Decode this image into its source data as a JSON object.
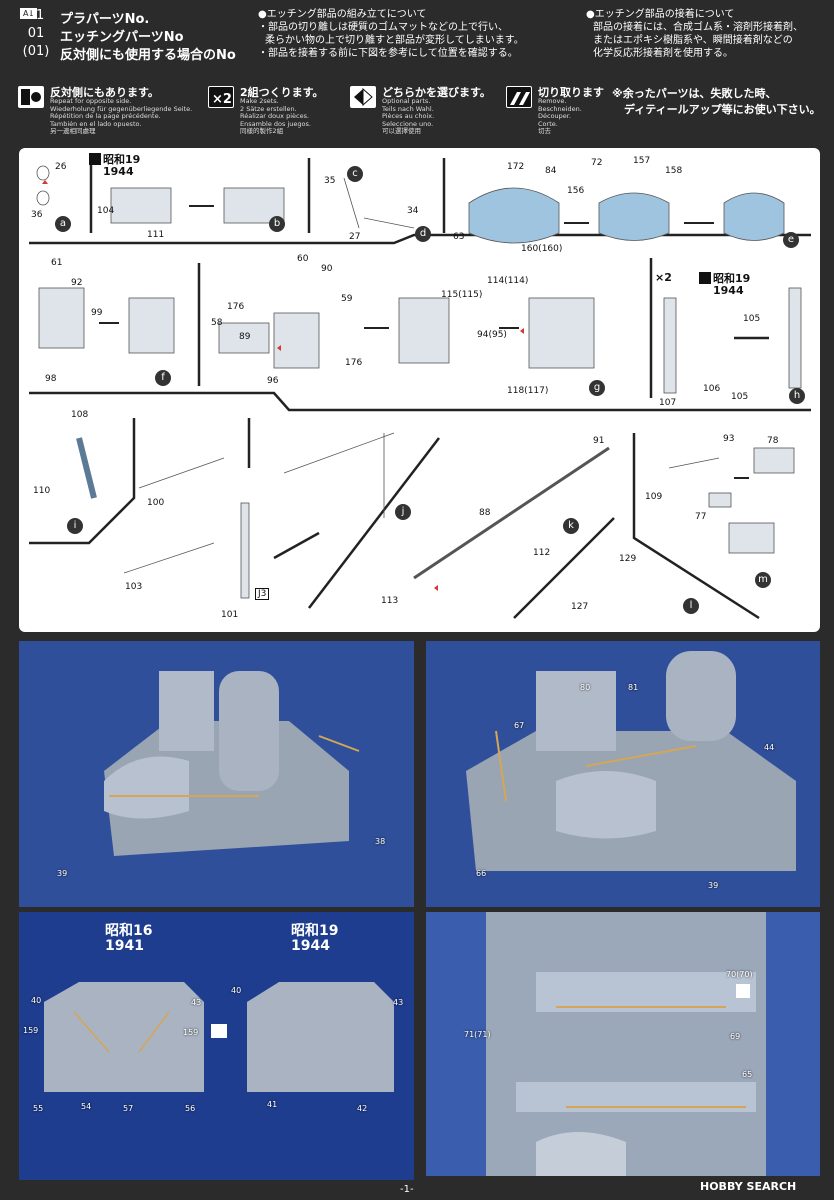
{
  "header": {
    "tag": "A1",
    "legend": [
      {
        "code": "01",
        "text": "プラパーツNo."
      },
      {
        "code": "01",
        "text": "エッチングパーツNo"
      },
      {
        "code": "(01)",
        "text": "反対側にも使用する場合のNo"
      }
    ],
    "assembly_title": "●エッチング部品の組み立てについて",
    "assembly_lines": [
      "・部品の切り離しは硬質のゴムマットなどの上で行い、",
      "柔らかい物の上で切り離すと部品が変形してしまいます。",
      "・部品を接着する前に下図を参考にして位置を確認する。"
    ],
    "glue_title": "●エッチング部品の接着について",
    "glue_lines": [
      "部品の接着には、合成ゴム系・溶剤形接着剤、",
      "またはエポキシ樹脂系や、瞬間接着剤などの",
      "化学反応形接着剤を使用する。"
    ]
  },
  "symbols": [
    {
      "icon": "opposite-side-icon",
      "title": "反対側にもあります。",
      "sub": [
        "Repeat for opposite side.",
        "Wiederholung für gegenüberliegende Seite.",
        "Répétition de la page précédente.",
        "También en el lado opuesto.",
        "另一邊相同處理"
      ]
    },
    {
      "icon": "make-two-icon",
      "title": "2組つくります。",
      "sub": [
        "Make 2sets.",
        "2 Sätze erstellen.",
        "Réalizar doux pièces.",
        "Ensamble dos juegos.",
        "同樣的製作2組"
      ]
    },
    {
      "icon": "optional-parts-icon",
      "title": "どちらかを選びます。",
      "sub": [
        "Optional parts.",
        "Teils nach Wahl.",
        "Pièces au choix.",
        "Seleccione uno.",
        "可以選擇使用"
      ]
    },
    {
      "icon": "cut-icon",
      "title": "切り取ります",
      "sub": [
        "Remove.",
        "Beschneiden.",
        "Découper.",
        "Corte.",
        "切去"
      ]
    }
  ],
  "warning": [
    "※余ったパーツは、失敗した時、",
    "ディティールアップ等にお使い下さい。"
  ],
  "diagram": {
    "eras": {
      "e1": [
        "昭和19",
        "1944"
      ],
      "e2": [
        "昭和19",
        "1944"
      ],
      "x2": "×2"
    },
    "parts": {
      "p26": "26",
      "p36": "36",
      "p104": "104",
      "p111": "111",
      "p35": "35",
      "p34": "34",
      "p27": "27",
      "p172": "172",
      "p84": "84",
      "p63": "63",
      "p160": "160(160)",
      "p72": "72",
      "p157": "157",
      "p158": "158",
      "p156": "156",
      "p61": "61",
      "p92": "92",
      "p99": "99",
      "p98": "98",
      "p60": "60",
      "p90": "90",
      "p59": "59",
      "p176a": "176",
      "p58": "58",
      "p89": "89",
      "p96": "96",
      "p176b": "176",
      "p115": "115(115)",
      "p114": "114(114)",
      "p94": "94(95)",
      "p118": "118(117)",
      "p105a": "105",
      "p106": "106",
      "p107": "107",
      "p105b": "105",
      "p108": "108",
      "p110": "110",
      "p100": "100",
      "p103": "103",
      "p101": "101",
      "pJ3": "J3",
      "p91": "91",
      "p88": "88",
      "p112": "112",
      "p113": "113",
      "p129": "129",
      "p127": "127",
      "p93": "93",
      "p78": "78",
      "p109": "109",
      "p77": "77"
    },
    "steps": [
      "a",
      "b",
      "c",
      "d",
      "e",
      "f",
      "g",
      "h",
      "i",
      "j",
      "k",
      "l",
      "m"
    ]
  },
  "photos": {
    "p1": [
      "39",
      "38"
    ],
    "p2": [
      "80",
      "81",
      "67",
      "44",
      "66",
      "39"
    ],
    "p3": {
      "era1": [
        "昭和16",
        "1941"
      ],
      "era2": [
        "昭和19",
        "1944"
      ],
      "labels": [
        "40",
        "43",
        "159",
        "159",
        "55",
        "54",
        "57",
        "56",
        "40",
        "43",
        "41",
        "42"
      ]
    },
    "p4": [
      "71(71)",
      "70(70)",
      "69",
      "65"
    ]
  },
  "footer": {
    "page": "-1-",
    "brand": "HOBBY SEARCH"
  }
}
